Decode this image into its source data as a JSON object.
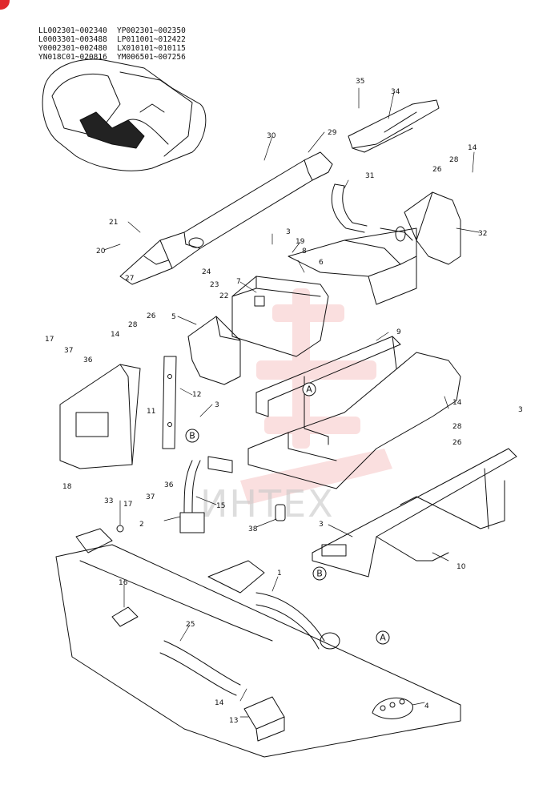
{
  "serial_ranges": [
    "LL002301~002340",
    "YP002301~002350",
    "L0003301~003488",
    "LP011001~012422",
    "Y0002301~002480",
    "LX010101~010115",
    "YN018C01~020816",
    "YM006501~007256"
  ],
  "watermark": "ИНТЕХ",
  "reference_markers": [
    "A",
    "B"
  ],
  "callouts": [
    {
      "id": "c35",
      "label": "35"
    },
    {
      "id": "c34",
      "label": "34"
    },
    {
      "id": "c30",
      "label": "30"
    },
    {
      "id": "c29",
      "label": "29"
    },
    {
      "id": "c14a",
      "label": "14"
    },
    {
      "id": "c28a",
      "label": "28"
    },
    {
      "id": "c26a",
      "label": "26"
    },
    {
      "id": "c31",
      "label": "31"
    },
    {
      "id": "c32",
      "label": "32"
    },
    {
      "id": "c21",
      "label": "21"
    },
    {
      "id": "c20",
      "label": "20"
    },
    {
      "id": "c3a",
      "label": "3"
    },
    {
      "id": "c19",
      "label": "19"
    },
    {
      "id": "c8",
      "label": "8"
    },
    {
      "id": "c6",
      "label": "6"
    },
    {
      "id": "c24",
      "label": "24"
    },
    {
      "id": "c23",
      "label": "23"
    },
    {
      "id": "c22",
      "label": "22"
    },
    {
      "id": "c27",
      "label": "27"
    },
    {
      "id": "c7",
      "label": "7"
    },
    {
      "id": "c5",
      "label": "5"
    },
    {
      "id": "c9",
      "label": "9"
    },
    {
      "id": "c17a",
      "label": "17"
    },
    {
      "id": "c37a",
      "label": "37"
    },
    {
      "id": "c36a",
      "label": "36"
    },
    {
      "id": "c14b",
      "label": "14"
    },
    {
      "id": "c28b",
      "label": "28"
    },
    {
      "id": "c26b",
      "label": "26"
    },
    {
      "id": "c12",
      "label": "12"
    },
    {
      "id": "c11",
      "label": "11"
    },
    {
      "id": "c3b",
      "label": "3"
    },
    {
      "id": "c14c",
      "label": "14"
    },
    {
      "id": "c28c",
      "label": "28"
    },
    {
      "id": "c26c",
      "label": "26"
    },
    {
      "id": "c3c",
      "label": "3"
    },
    {
      "id": "c18",
      "label": "18"
    },
    {
      "id": "c17b",
      "label": "17"
    },
    {
      "id": "c37b",
      "label": "37"
    },
    {
      "id": "c36b",
      "label": "36"
    },
    {
      "id": "c15",
      "label": "15"
    },
    {
      "id": "c33",
      "label": "33"
    },
    {
      "id": "c2",
      "label": "2"
    },
    {
      "id": "c38",
      "label": "38"
    },
    {
      "id": "c3d",
      "label": "3"
    },
    {
      "id": "c10",
      "label": "10"
    },
    {
      "id": "c16",
      "label": "16"
    },
    {
      "id": "c1",
      "label": "1"
    },
    {
      "id": "c25",
      "label": "25"
    },
    {
      "id": "c14d",
      "label": "14"
    },
    {
      "id": "c13",
      "label": "13"
    },
    {
      "id": "c4",
      "label": "4"
    }
  ]
}
